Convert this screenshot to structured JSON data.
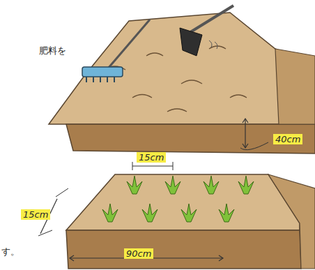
{
  "diagram": {
    "labels": [
      "肥料を",
      "40cm",
      "15cm",
      "15cm",
      "す。",
      "90cm"
    ]
  }
}
